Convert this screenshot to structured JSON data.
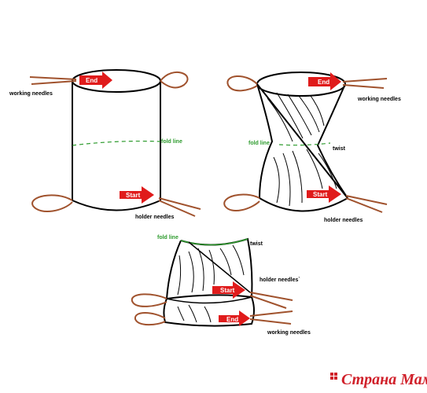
{
  "labels": {
    "working_needles": "working needles",
    "holder_needles": "holder needles",
    "holder_needles_alt": "holder needles`",
    "fold_line": "fold line",
    "twist": "twist",
    "start": "Start",
    "end": "End"
  },
  "watermark": "Страна Мам",
  "colors": {
    "needle": "#a0522d",
    "arrow": "#e01b1b",
    "fold_line": "#2e9b2e",
    "outline": "#000000",
    "watermark": "#d0202a"
  }
}
